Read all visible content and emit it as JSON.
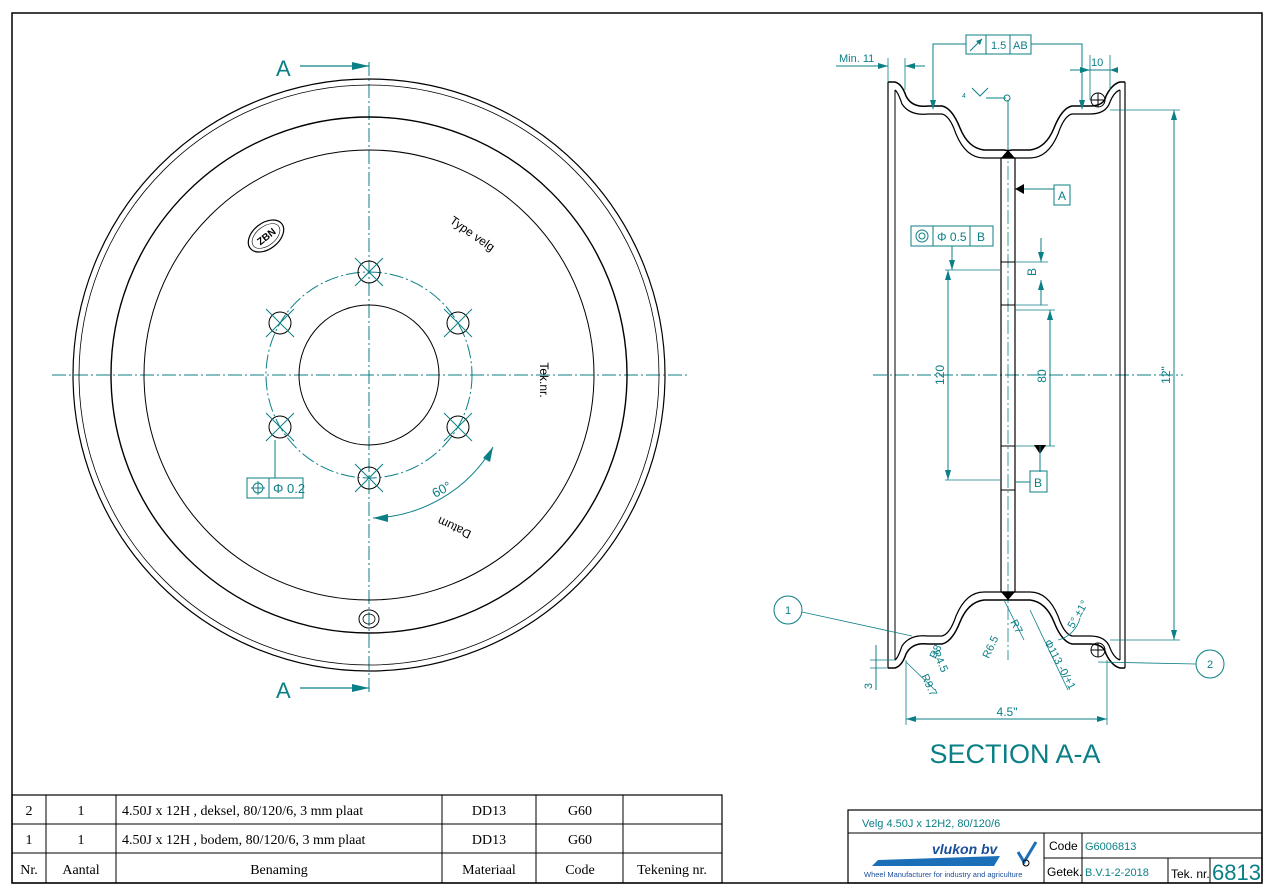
{
  "drawing": {
    "section_labels": {
      "cut_top": "A",
      "cut_bottom": "A"
    },
    "front_view": {
      "marking_logo": "ZBN",
      "marking_type": "Type velg",
      "marking_teknr": "Tek.nr.",
      "marking_datum": "Datum",
      "angle_dim": "60°",
      "position_tolerance": {
        "symbol": "⌖",
        "value": "Φ 0.2"
      }
    },
    "section_view": {
      "title": "SECTION A-A",
      "dim_min11": "Min. 11",
      "runout": {
        "symbol": "↗",
        "value": "1.5",
        "ref": "AB"
      },
      "dim_10": "10",
      "datum_a": "A",
      "datum_b_bottom": "B",
      "datum_b_top": "B",
      "concentricity": {
        "symbol": "◎",
        "value": "Φ 0.5",
        "ref": "B"
      },
      "dim_120": "120",
      "dim_80": "80",
      "dim_12in": "12\"",
      "dim_45in": "4.5\"",
      "dim_3": "3",
      "radii": [
        "R9.7",
        "R4.5",
        "R8",
        "R6.5",
        "R7"
      ],
      "dia_113": "Φ113 -0/+1",
      "angle_5": "5° ±1°",
      "balloon_1": "1",
      "balloon_2": "2"
    }
  },
  "parts_list": {
    "headers": [
      "Nr.",
      "Aantal",
      "Benaming",
      "Materiaal",
      "Code",
      "Tekening nr."
    ],
    "rows": [
      [
        "2",
        "1",
        "4.50J x 12H , deksel, 80/120/6,  3 mm plaat",
        "DD13",
        "G60",
        ""
      ],
      [
        "1",
        "1",
        "4.50J x 12H , bodem, 80/120/6,  3 mm plaat",
        "DD13",
        "G60",
        ""
      ]
    ]
  },
  "title_block": {
    "title": "Velg 4.50J x 12H2,  80/120/6",
    "code_label": "Code",
    "code_value": "G6006813",
    "getek_label": "Getek.",
    "getek_value": "B.V.1-2-2018",
    "teknr_label": "Tek. nr.",
    "teknr_value": "6813",
    "company": "vlukon bv",
    "tagline": "Wheel Manufacturer for industry and agriculture"
  },
  "colors": {
    "annotation": "#0b7f86",
    "line": "#000000"
  }
}
